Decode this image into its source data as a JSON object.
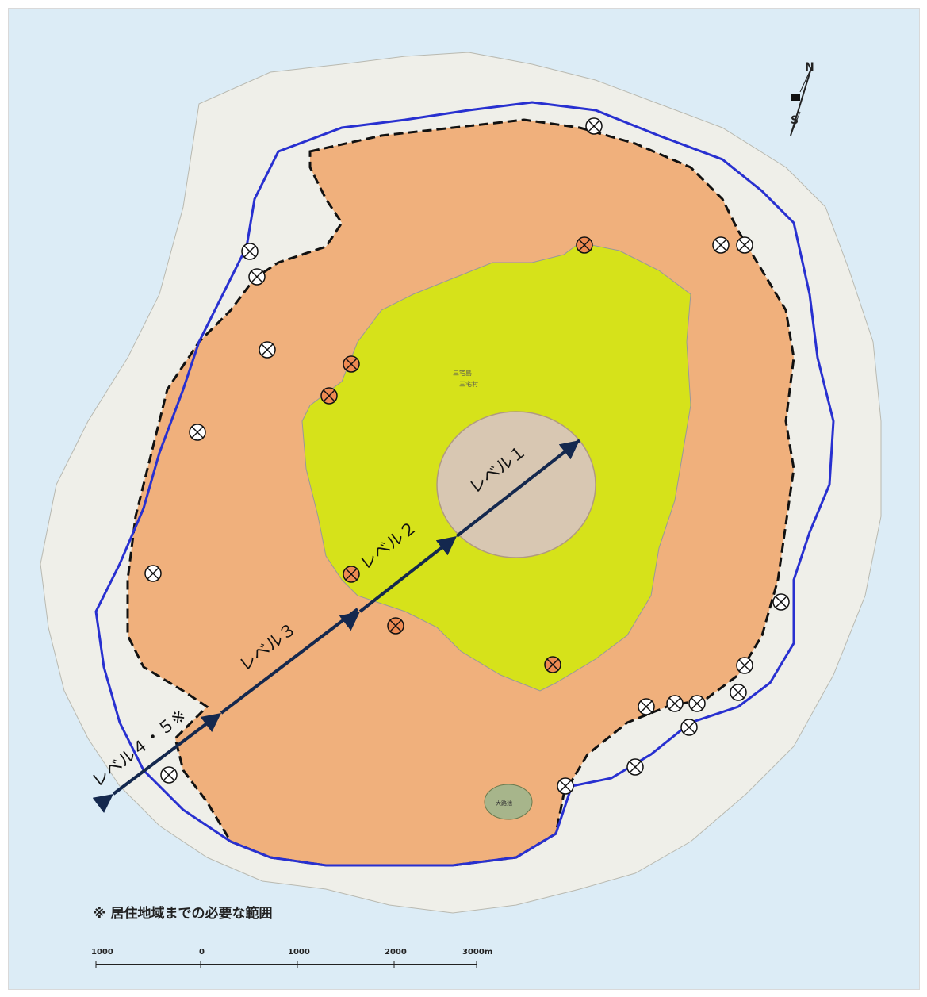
{
  "map": {
    "level_labels": [
      "レベル１",
      "レベル２",
      "レベル３",
      "レベル４・５※"
    ],
    "note": "※ 居住地域までの必要な範囲",
    "north_label": "N",
    "south_label": "S",
    "place_labels": [
      "三宅島",
      "三宅村",
      "大路池"
    ],
    "scale_labels": [
      "1000",
      "0",
      "1000",
      "2000",
      "3000m"
    ]
  },
  "colors": {
    "sea": "#dcecf6",
    "land": "#efefe9",
    "level3_zone": "#f0b07c",
    "level2_zone": "#d6e21a",
    "crater": "#d8c7b2",
    "arrow": "#14284e",
    "coast_line": "#2830d0",
    "orange_marker": "#ee8a52",
    "white_marker": "#ffffff"
  }
}
